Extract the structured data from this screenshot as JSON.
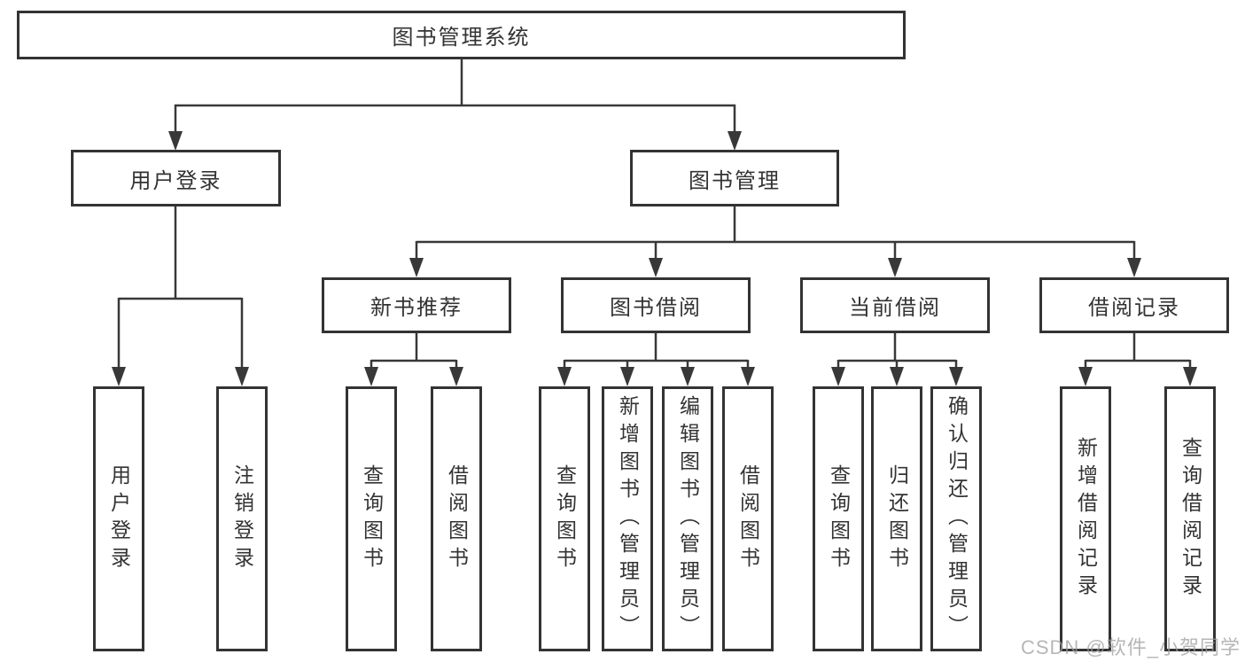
{
  "diagram": {
    "root": {
      "label": "图书管理系统"
    },
    "level2": [
      {
        "label": "用户登录"
      },
      {
        "label": "图书管理"
      }
    ],
    "level3": [
      {
        "label": "新书推荐"
      },
      {
        "label": "图书借阅"
      },
      {
        "label": "当前借阅"
      },
      {
        "label": "借阅记录"
      }
    ],
    "leaves": [
      {
        "label": "用户登录",
        "parent": "用户登录"
      },
      {
        "label": "注销登录",
        "parent": "用户登录"
      },
      {
        "label": "查询图书",
        "parent": "新书推荐"
      },
      {
        "label": "借阅图书",
        "parent": "新书推荐"
      },
      {
        "label": "查询图书",
        "parent": "图书借阅"
      },
      {
        "label": "新增图书（管理员）",
        "parent": "图书借阅"
      },
      {
        "label": "编辑图书（管理员）",
        "parent": "图书借阅"
      },
      {
        "label": "借阅图书",
        "parent": "图书借阅"
      },
      {
        "label": "查询图书",
        "parent": "当前借阅"
      },
      {
        "label": "归还图书",
        "parent": "当前借阅"
      },
      {
        "label": "确认归还（管理员）",
        "parent": "当前借阅"
      },
      {
        "label": "新增借阅记录",
        "parent": "借阅记录"
      },
      {
        "label": "查询借阅记录",
        "parent": "借阅记录"
      }
    ],
    "colors": {
      "line": "#383838",
      "box_border": "#333333",
      "box_fill": "#ffffff",
      "text": "#333333"
    }
  },
  "watermark": {
    "text": "CSDN @软件_小贺同学",
    "color": "#9e9e9e"
  }
}
